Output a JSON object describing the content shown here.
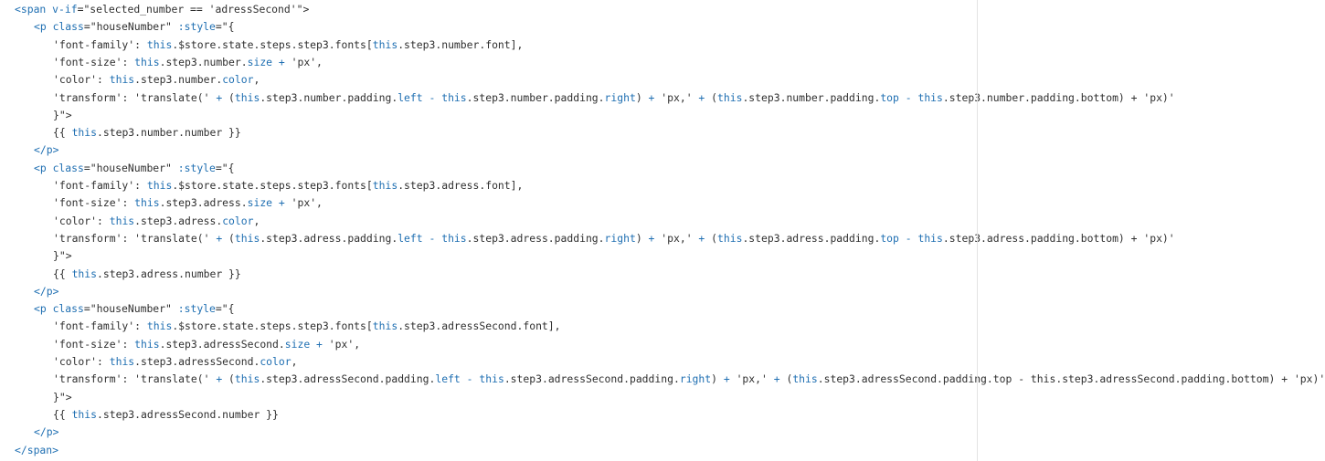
{
  "code_lines": [
    {
      "indent": 0,
      "tokens": [
        [
          "tag",
          "<span "
        ],
        [
          "attr",
          "v-if"
        ],
        [
          "plain",
          "=\"selected_number == 'adressSecond'\">"
        ]
      ]
    },
    {
      "indent": 1,
      "tokens": [
        [
          "tag",
          "<p "
        ],
        [
          "attr",
          "class"
        ],
        [
          "plain",
          "=\"houseNumber\" "
        ],
        [
          "attr",
          ":style"
        ],
        [
          "plain",
          "=\"{"
        ]
      ]
    },
    {
      "indent": 2,
      "tokens": [
        [
          "str",
          "'font-family'"
        ],
        [
          "plain",
          ": "
        ],
        [
          "kw",
          "this"
        ],
        [
          "plain",
          ".$store.state.steps.step3.fonts["
        ],
        [
          "kw",
          "this"
        ],
        [
          "plain",
          ".step3.number.font],"
        ]
      ]
    },
    {
      "indent": 2,
      "tokens": [
        [
          "str",
          "'font-size'"
        ],
        [
          "plain",
          ": "
        ],
        [
          "kw",
          "this"
        ],
        [
          "plain",
          ".step3.number."
        ],
        [
          "prop",
          "size"
        ],
        [
          "plain",
          " "
        ],
        [
          "op",
          "+"
        ],
        [
          "plain",
          " 'px',"
        ]
      ]
    },
    {
      "indent": 2,
      "tokens": [
        [
          "str",
          "'color'"
        ],
        [
          "plain",
          ": "
        ],
        [
          "kw",
          "this"
        ],
        [
          "plain",
          ".step3.number."
        ],
        [
          "prop",
          "color"
        ],
        [
          "plain",
          ","
        ]
      ]
    },
    {
      "indent": 2,
      "tokens": [
        [
          "str",
          "'transform'"
        ],
        [
          "plain",
          ": 'translate(' "
        ],
        [
          "op",
          "+"
        ],
        [
          "plain",
          " ("
        ],
        [
          "kw",
          "this"
        ],
        [
          "plain",
          ".step3.number.padding."
        ],
        [
          "prop",
          "left"
        ],
        [
          "plain",
          " "
        ],
        [
          "op",
          "-"
        ],
        [
          "plain",
          " "
        ],
        [
          "kw",
          "this"
        ],
        [
          "plain",
          ".step3.number.padding."
        ],
        [
          "prop",
          "right"
        ],
        [
          "plain",
          ") "
        ],
        [
          "op",
          "+"
        ],
        [
          "plain",
          " 'px,' "
        ],
        [
          "op",
          "+"
        ],
        [
          "plain",
          " ("
        ],
        [
          "kw",
          "this"
        ],
        [
          "plain",
          ".step3.number.padding."
        ],
        [
          "prop",
          "top"
        ],
        [
          "plain",
          " "
        ],
        [
          "op",
          "-"
        ],
        [
          "plain",
          " "
        ],
        [
          "kw",
          "this"
        ],
        [
          "plain",
          ".step3.number.padding.bottom) + 'px)'"
        ]
      ]
    },
    {
      "indent": 2,
      "tokens": [
        [
          "plain",
          "}\">"
        ]
      ]
    },
    {
      "indent": 2,
      "tokens": [
        [
          "plain",
          "{{ "
        ],
        [
          "kw",
          "this"
        ],
        [
          "plain",
          ".step3.number.number }}"
        ]
      ]
    },
    {
      "indent": 1,
      "tokens": [
        [
          "tag",
          "</p>"
        ]
      ]
    },
    {
      "indent": 1,
      "tokens": [
        [
          "tag",
          "<p "
        ],
        [
          "attr",
          "class"
        ],
        [
          "plain",
          "=\"houseNumber\" "
        ],
        [
          "attr",
          ":style"
        ],
        [
          "plain",
          "=\"{"
        ]
      ]
    },
    {
      "indent": 2,
      "tokens": [
        [
          "str",
          "'font-family'"
        ],
        [
          "plain",
          ": "
        ],
        [
          "kw",
          "this"
        ],
        [
          "plain",
          ".$store.state.steps.step3.fonts["
        ],
        [
          "kw",
          "this"
        ],
        [
          "plain",
          ".step3.adress.font],"
        ]
      ]
    },
    {
      "indent": 2,
      "tokens": [
        [
          "str",
          "'font-size'"
        ],
        [
          "plain",
          ": "
        ],
        [
          "kw",
          "this"
        ],
        [
          "plain",
          ".step3.adress."
        ],
        [
          "prop",
          "size"
        ],
        [
          "plain",
          " "
        ],
        [
          "op",
          "+"
        ],
        [
          "plain",
          " 'px',"
        ]
      ]
    },
    {
      "indent": 2,
      "tokens": [
        [
          "str",
          "'color'"
        ],
        [
          "plain",
          ": "
        ],
        [
          "kw",
          "this"
        ],
        [
          "plain",
          ".step3.adress."
        ],
        [
          "prop",
          "color"
        ],
        [
          "plain",
          ","
        ]
      ]
    },
    {
      "indent": 2,
      "tokens": [
        [
          "str",
          "'transform'"
        ],
        [
          "plain",
          ": 'translate(' "
        ],
        [
          "op",
          "+"
        ],
        [
          "plain",
          " ("
        ],
        [
          "kw",
          "this"
        ],
        [
          "plain",
          ".step3.adress.padding."
        ],
        [
          "prop",
          "left"
        ],
        [
          "plain",
          " "
        ],
        [
          "op",
          "-"
        ],
        [
          "plain",
          " "
        ],
        [
          "kw",
          "this"
        ],
        [
          "plain",
          ".step3.adress.padding."
        ],
        [
          "prop",
          "right"
        ],
        [
          "plain",
          ") "
        ],
        [
          "op",
          "+"
        ],
        [
          "plain",
          " 'px,' "
        ],
        [
          "op",
          "+"
        ],
        [
          "plain",
          " ("
        ],
        [
          "kw",
          "this"
        ],
        [
          "plain",
          ".step3.adress.padding."
        ],
        [
          "prop",
          "top"
        ],
        [
          "plain",
          " "
        ],
        [
          "op",
          "-"
        ],
        [
          "plain",
          " "
        ],
        [
          "kw",
          "this"
        ],
        [
          "plain",
          ".step3.adress.padding.bottom) + 'px)'"
        ]
      ]
    },
    {
      "indent": 2,
      "tokens": [
        [
          "plain",
          "}\">"
        ]
      ]
    },
    {
      "indent": 2,
      "tokens": [
        [
          "plain",
          "{{ "
        ],
        [
          "kw",
          "this"
        ],
        [
          "plain",
          ".step3.adress.number }}"
        ]
      ]
    },
    {
      "indent": 1,
      "tokens": [
        [
          "tag",
          "</p>"
        ]
      ]
    },
    {
      "indent": 1,
      "tokens": [
        [
          "tag",
          "<p "
        ],
        [
          "attr",
          "class"
        ],
        [
          "plain",
          "=\"houseNumber\" "
        ],
        [
          "attr",
          ":style"
        ],
        [
          "plain",
          "=\"{"
        ]
      ]
    },
    {
      "indent": 2,
      "tokens": [
        [
          "str",
          "'font-family'"
        ],
        [
          "plain",
          ": "
        ],
        [
          "kw",
          "this"
        ],
        [
          "plain",
          ".$store.state.steps.step3.fonts["
        ],
        [
          "kw",
          "this"
        ],
        [
          "plain",
          ".step3.adressSecond.font],"
        ]
      ]
    },
    {
      "indent": 2,
      "tokens": [
        [
          "str",
          "'font-size'"
        ],
        [
          "plain",
          ": "
        ],
        [
          "kw",
          "this"
        ],
        [
          "plain",
          ".step3.adressSecond."
        ],
        [
          "prop",
          "size"
        ],
        [
          "plain",
          " "
        ],
        [
          "op",
          "+"
        ],
        [
          "plain",
          " 'px',"
        ]
      ]
    },
    {
      "indent": 2,
      "tokens": [
        [
          "str",
          "'color'"
        ],
        [
          "plain",
          ": "
        ],
        [
          "kw",
          "this"
        ],
        [
          "plain",
          ".step3.adressSecond."
        ],
        [
          "prop",
          "color"
        ],
        [
          "plain",
          ","
        ]
      ]
    },
    {
      "indent": 2,
      "tokens": [
        [
          "str",
          "'transform'"
        ],
        [
          "plain",
          ": 'translate(' "
        ],
        [
          "op",
          "+"
        ],
        [
          "plain",
          " ("
        ],
        [
          "kw",
          "this"
        ],
        [
          "plain",
          ".step3.adressSecond.padding."
        ],
        [
          "prop",
          "left"
        ],
        [
          "plain",
          " "
        ],
        [
          "op",
          "-"
        ],
        [
          "plain",
          " "
        ],
        [
          "kw",
          "this"
        ],
        [
          "plain",
          ".step3.adressSecond.padding."
        ],
        [
          "prop",
          "right"
        ],
        [
          "plain",
          ") "
        ],
        [
          "op",
          "+"
        ],
        [
          "plain",
          " 'px,' "
        ],
        [
          "op",
          "+"
        ],
        [
          "plain",
          " ("
        ],
        [
          "kw",
          "this"
        ],
        [
          "plain",
          ".step3.adressSecond.padding.top - this.step3.adressSecond.padding.bottom) + 'px)'"
        ]
      ]
    },
    {
      "indent": 2,
      "tokens": [
        [
          "plain",
          "}\">"
        ]
      ]
    },
    {
      "indent": 2,
      "tokens": [
        [
          "plain",
          "{{ "
        ],
        [
          "kw",
          "this"
        ],
        [
          "plain",
          ".step3.adressSecond.number }}"
        ]
      ]
    },
    {
      "indent": 1,
      "tokens": [
        [
          "tag",
          "</p>"
        ]
      ]
    },
    {
      "indent": 0,
      "tokens": [
        [
          "tag",
          "</span>"
        ]
      ]
    }
  ],
  "colors": {
    "background": "#ffffff",
    "text": "#2f2f2f",
    "accent": "#1f6fb2",
    "divider": "#e3e3e3"
  }
}
